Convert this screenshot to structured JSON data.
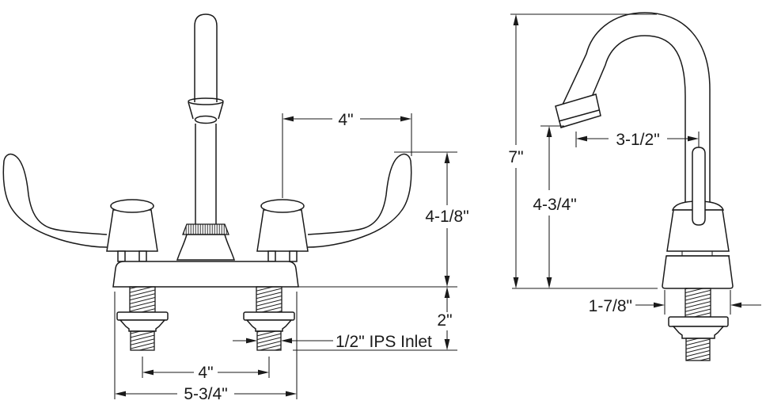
{
  "front_view": {
    "dim_handle_length": "4\"",
    "dim_height_above_deck": "4-1/8\"",
    "dim_shank_length": "2\"",
    "inlet_label": "1/2\" IPS Inlet",
    "dim_inlet_centers": "4\"",
    "dim_base_width": "5-3/4\""
  },
  "side_view": {
    "dim_overall_height": "7\"",
    "dim_spout_reach": "3-1/2\"",
    "dim_outlet_height": "4-3/4\"",
    "dim_base_depth": "1-7/8\""
  }
}
